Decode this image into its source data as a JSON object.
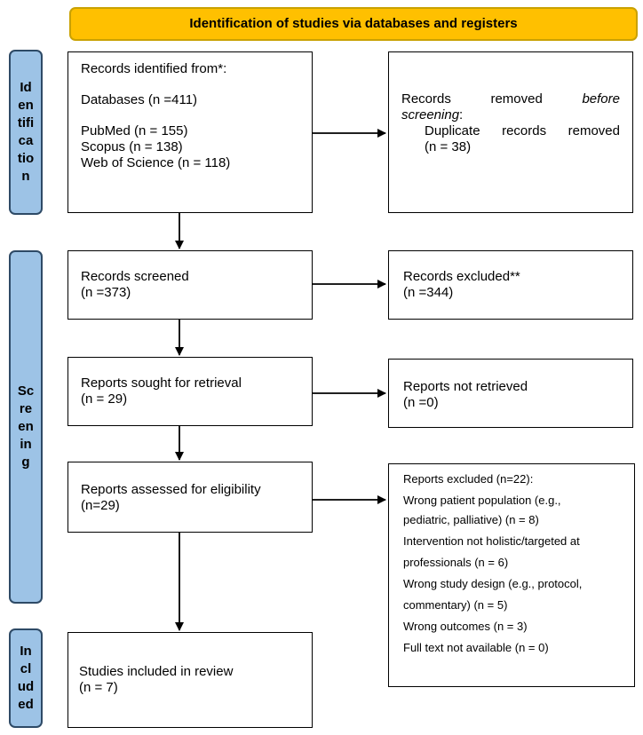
{
  "header": {
    "title": "Identification of studies via databases and registers"
  },
  "phases": {
    "identification": [
      "Id",
      "en",
      "tifi",
      "ca",
      "tio",
      "n"
    ],
    "screening": [
      "Sc",
      "re",
      "en",
      "in",
      "g"
    ],
    "included": [
      "In",
      "cl",
      "ud",
      "ed"
    ]
  },
  "boxes": {
    "records_identified": {
      "heading": "Records identified from*:",
      "databases": "Databases (n =411)",
      "pubmed": "PubMed (n = 155)",
      "scopus": "Scopus (n = 138)",
      "wos": "Web of Science (n = 118)"
    },
    "records_removed": {
      "line1_a": "Records",
      "line1_b": "removed",
      "line1_c": "before",
      "line2_a": "screening",
      "line2_b": ":",
      "line3": "Duplicate records removed",
      "line4": "(n = 38)"
    },
    "records_screened": {
      "label": "Records screened",
      "n": "(n =373)"
    },
    "records_excluded": {
      "label": "Records excluded**",
      "n": "(n =344)"
    },
    "reports_sought": {
      "label": "Reports sought for retrieval",
      "n": "(n = 29)"
    },
    "reports_not_retrieved": {
      "label": "Reports not retrieved",
      "n": "(n =0)"
    },
    "reports_assessed": {
      "label": "Reports assessed for eligibility",
      "n": "(n=29)"
    },
    "reports_excluded": {
      "heading": "Reports excluded (n=22):",
      "r1a": "Wrong patient population (e.g.,",
      "r1b": "pediatric, palliative) (n = 8)",
      "r2a": "Intervention not holistic/targeted at",
      "r2b": "professionals (n = 6)",
      "r3a": "Wrong study design (e.g., protocol,",
      "r3b": "commentary) (n = 5)",
      "r4": "Wrong outcomes (n = 3)",
      "r5": "Full text not available (n = 0)"
    },
    "studies_included": {
      "label": "Studies included in review",
      "n": "(n = 7)"
    }
  }
}
